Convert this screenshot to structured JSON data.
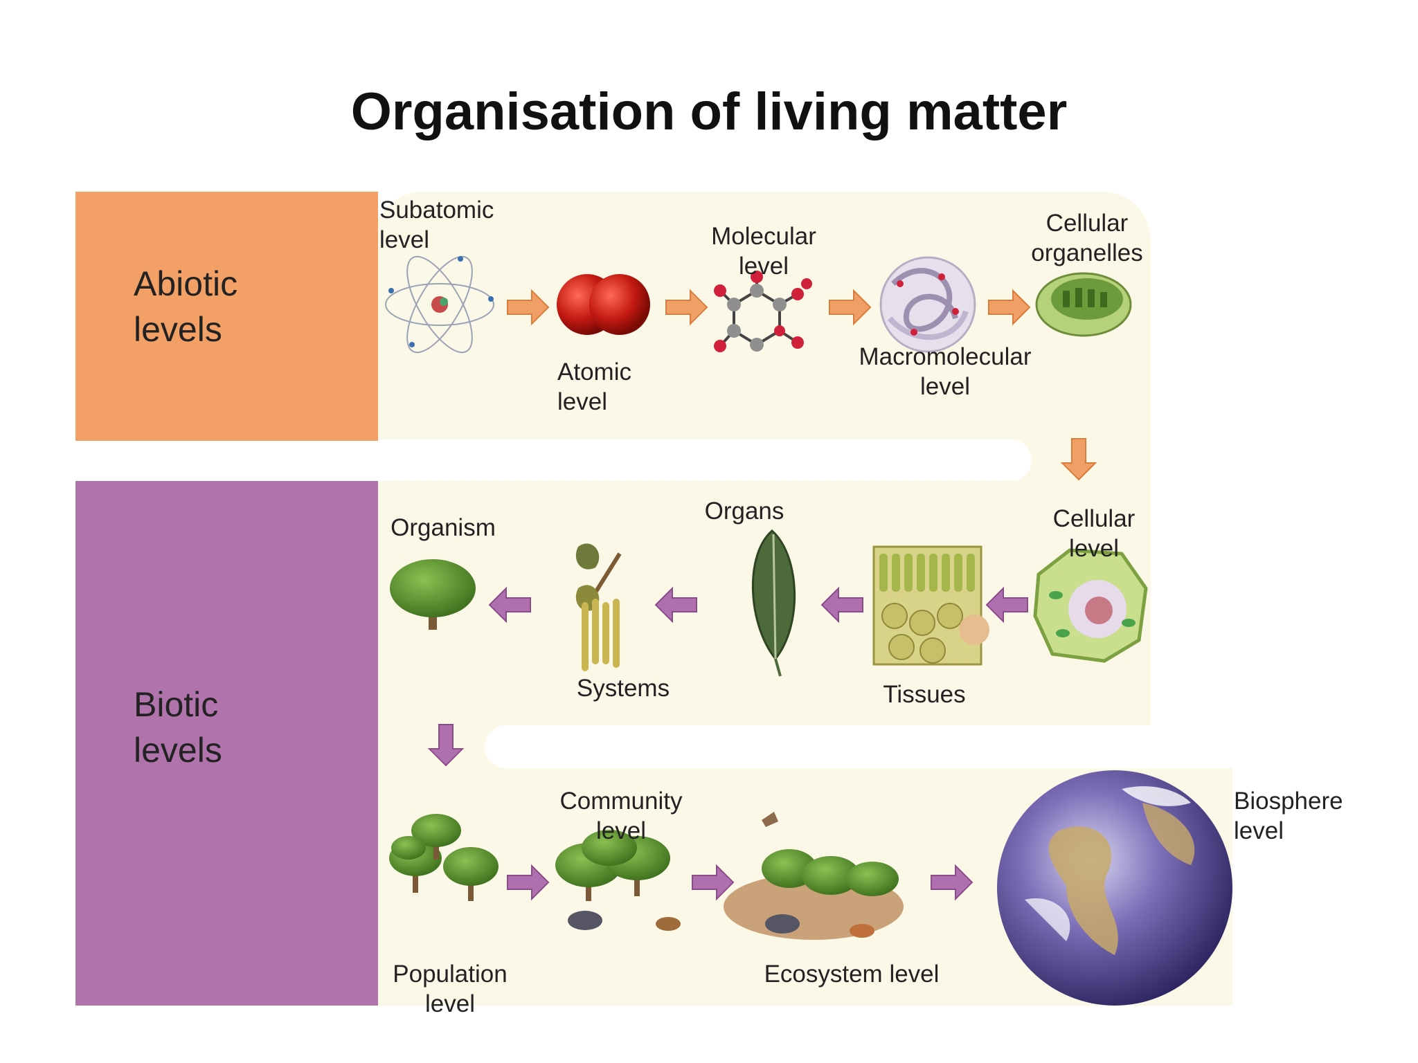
{
  "title": "Organisation of living matter",
  "categories": {
    "abiotic": "Abiotic\nlevels",
    "biotic": "Biotic\nlevels"
  },
  "levels": {
    "subatomic": "Subatomic\nlevel",
    "atomic": "Atomic\nlevel",
    "molecular": "Molecular\nlevel",
    "macromolecular": "Macromolecular\nlevel",
    "organelles": "Cellular\norganelles",
    "cellular": "Cellular\nlevel",
    "tissues": "Tissues",
    "organs": "Organs",
    "systems": "Systems",
    "organism": "Organism",
    "population": "Population\nlevel",
    "community": "Community\nlevel",
    "ecosystem": "Ecosystem level",
    "biosphere": "Biosphere\nlevel"
  },
  "colors": {
    "abiotic": "#F3A066",
    "biotic": "#B073AC",
    "panel": "#FCF8E8",
    "arrow_abiotic": "#F0A066",
    "arrow_biotic": "#B06FAE"
  }
}
